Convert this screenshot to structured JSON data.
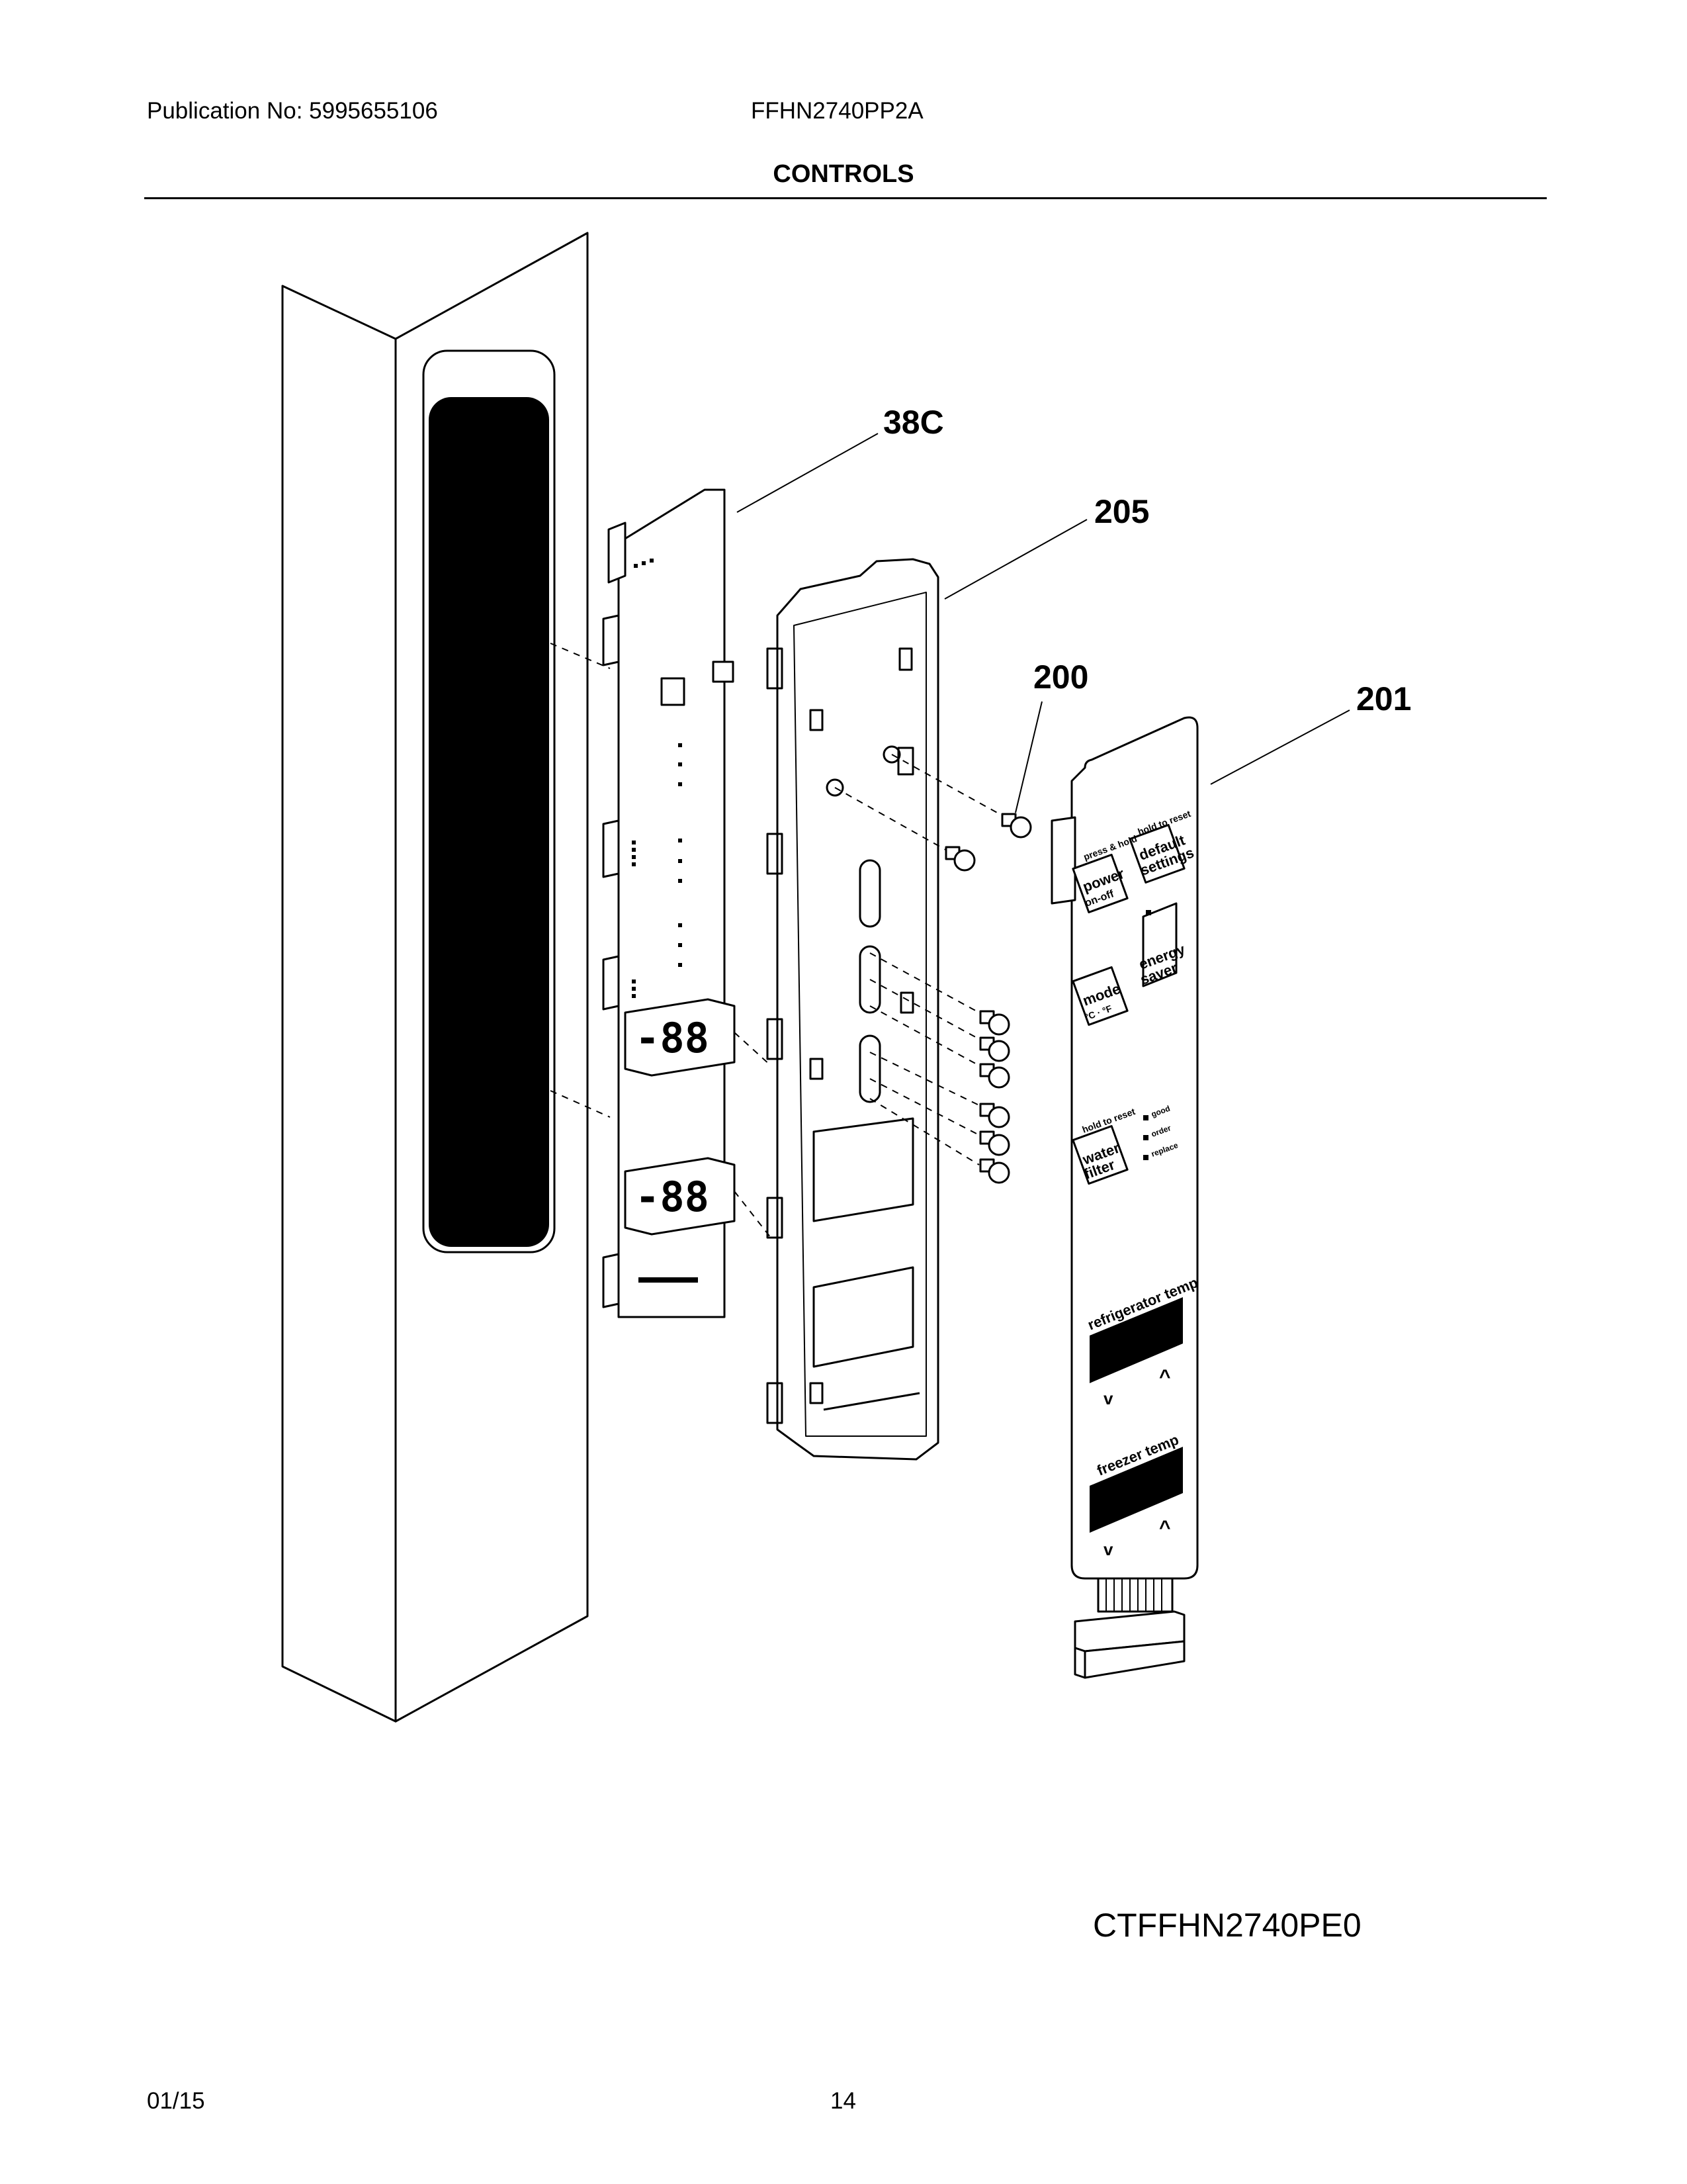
{
  "header": {
    "publication": "Publication No: 5995655106",
    "model": "FFHN2740PP2A",
    "section_title": "CONTROLS"
  },
  "callouts": {
    "c38c": "38C",
    "c205": "205",
    "c200": "200",
    "c201": "201"
  },
  "displays": {
    "upper": "-88",
    "lower": "-88"
  },
  "overlay": {
    "press_hold": "press & hold",
    "hold_reset_1": "hold to reset",
    "power": "power",
    "on_off": "on-off",
    "default": "default",
    "settings": "settings",
    "mode": "mode",
    "c_f": "°C · °F",
    "energy": "energy",
    "saver": "saver",
    "hold_reset_2": "hold to reset",
    "water": "water",
    "filter": "filter",
    "good": "good",
    "order": "order",
    "replace": "replace",
    "refrigerator_temp": "refrigerator temp",
    "freezer_temp": "freezer temp",
    "down": "v",
    "up": "^"
  },
  "diagram_code": "CTFFHN2740PE0",
  "footer": {
    "date": "01/15",
    "page": "14"
  }
}
